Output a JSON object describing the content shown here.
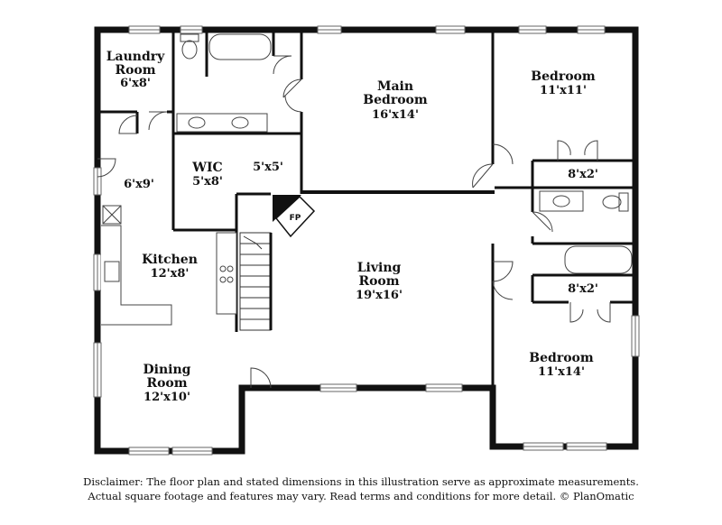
{
  "rooms": {
    "laundry": {
      "name_1": "Laundry",
      "name_2": "Room",
      "dims": "6'x8'"
    },
    "main_bedroom": {
      "name_1": "Main",
      "name_2": "Bedroom",
      "dims": "16'x14'"
    },
    "bedroom_ne": {
      "name": "Bedroom",
      "dims": "11'x11'"
    },
    "closet_ne": {
      "dims": "8'x2'"
    },
    "wic": {
      "name": "WIC",
      "dims": "5'x8'"
    },
    "bath_main": {
      "dims": "5'x5'"
    },
    "pantry": {
      "dims": "6'x9'"
    },
    "kitchen": {
      "name": "Kitchen",
      "dims": "12'x8'"
    },
    "living": {
      "name_1": "Living",
      "name_2": "Room",
      "dims": "19'x16'"
    },
    "closet_se": {
      "dims": "8'x2'"
    },
    "bedroom_se": {
      "name": "Bedroom",
      "dims": "11'x14'"
    },
    "dining": {
      "name_1": "Dining",
      "name_2": "Room",
      "dims": "12'x10'"
    }
  },
  "fireplace": {
    "label": "FP"
  },
  "disclaimer": {
    "line1": "Disclaimer: The floor plan and stated dimensions in this illustration serve as approximate measurements.",
    "line2": "Actual square footage and features may vary. Read terms and conditions for more detail. © PlanOmatic"
  }
}
